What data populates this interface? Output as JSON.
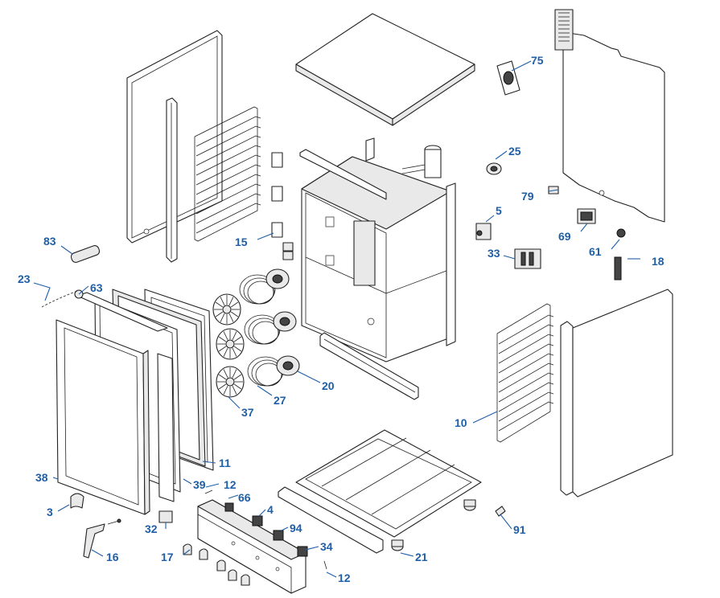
{
  "callouts": {
    "c75": "75",
    "c25": "25",
    "c79": "79",
    "c5": "5",
    "c69": "69",
    "c61": "61",
    "c33": "33",
    "c18": "18",
    "c15": "15",
    "c83": "83",
    "c23": "23",
    "c63": "63",
    "c20": "20",
    "c27": "27",
    "c37": "37",
    "c10": "10",
    "c11": "11",
    "c38": "38",
    "c39": "39",
    "c12a": "12",
    "c66": "66",
    "c4": "4",
    "c94": "94",
    "c3": "3",
    "c32": "32",
    "c16": "16",
    "c17": "17",
    "c34": "34",
    "c12b": "12",
    "c21": "21",
    "c91": "91"
  }
}
